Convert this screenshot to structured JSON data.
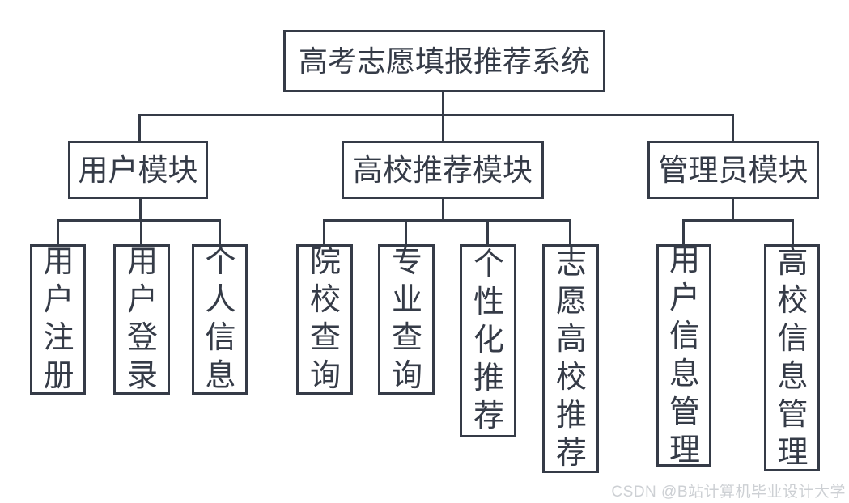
{
  "diagram": {
    "type": "org-hierarchy",
    "root": {
      "label": "高考志愿填报推荐系统"
    },
    "modules": [
      {
        "label": "用户模块",
        "children": [
          "用户注册",
          "用户登录",
          "个人信息"
        ]
      },
      {
        "label": "高校推荐模块",
        "children": [
          "院校查询",
          "专业查询",
          "个性化推荐",
          "志愿高校推荐"
        ]
      },
      {
        "label": "管理员模块",
        "children": [
          "用户信息管理",
          "高校信息管理"
        ]
      }
    ]
  },
  "watermark": "CSDN @B站计算机毕业设计大学",
  "colors": {
    "stroke": "#353b47",
    "background": "#ffffff",
    "watermark_text": "#cdd0d4"
  }
}
